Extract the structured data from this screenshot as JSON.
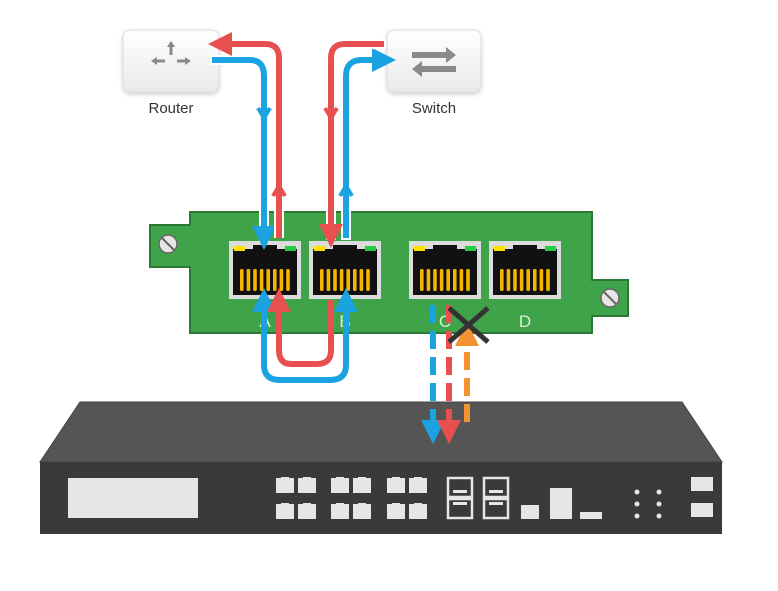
{
  "devices": {
    "router": {
      "label": "Router",
      "icon": "router-icon"
    },
    "switch": {
      "label": "Switch",
      "icon": "switch-icon"
    }
  },
  "card": {
    "ports": [
      {
        "label": "A",
        "status": "in-use"
      },
      {
        "label": "B",
        "status": "in-use"
      },
      {
        "label": "C",
        "status": "blocked"
      },
      {
        "label": "D",
        "status": "idle"
      }
    ]
  },
  "appliance": {
    "icon": "network-appliance-icon"
  },
  "flows": [
    {
      "id": "router-loop",
      "color": "blue",
      "path": "Router → A → B → Switch"
    },
    {
      "id": "switch-loop",
      "color": "red",
      "path": "Switch → B → A → Router"
    },
    {
      "id": "monitor-tx",
      "color": "blue",
      "style": "dashed",
      "path": "C → appliance"
    },
    {
      "id": "monitor-rx",
      "color": "red",
      "style": "dashed",
      "path": "C → appliance"
    },
    {
      "id": "injection",
      "color": "orange",
      "style": "dashed",
      "path": "appliance → C",
      "blocked": true
    }
  ],
  "colors": {
    "blue": "#1aa3e0",
    "red": "#e85050",
    "orange": "#f39233",
    "card_green": "#3fa34a",
    "card_border": "#2a7a35",
    "appliance_dark": "#3a3a3a",
    "appliance_top": "#555555",
    "pin_gold": "#f4b400",
    "led_yellow": "#ffe000",
    "led_green": "#22cc44",
    "x_mark": "#333333"
  }
}
